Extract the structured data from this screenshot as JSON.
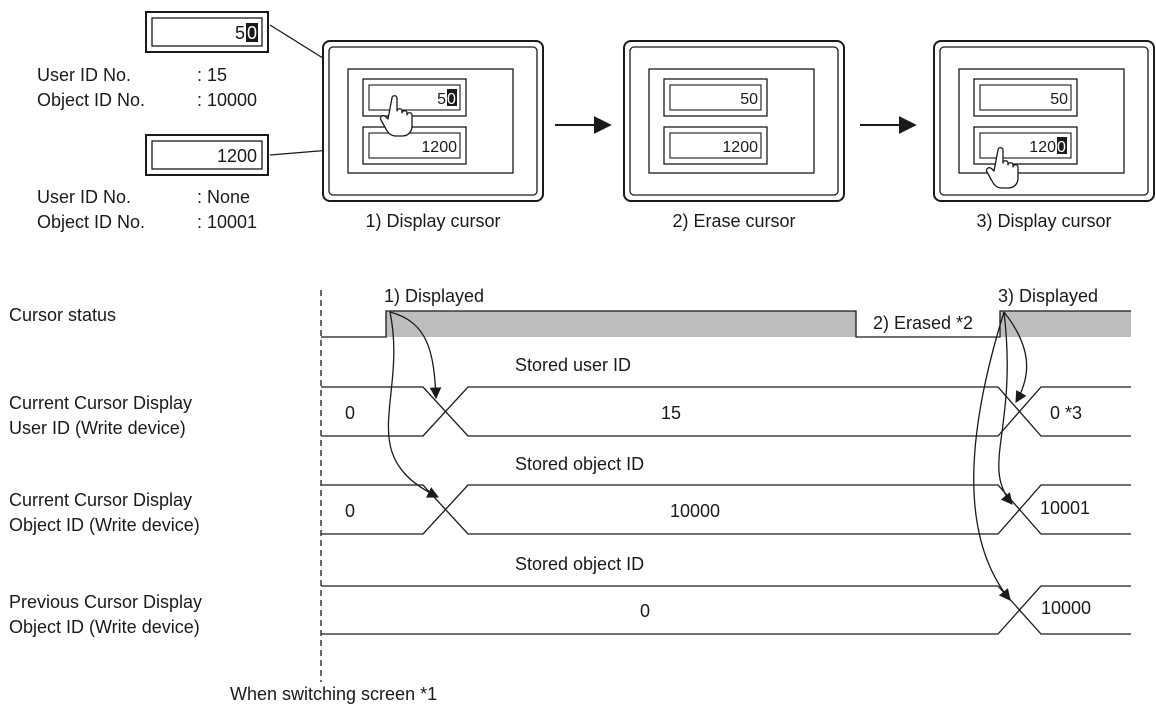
{
  "callouts": [
    {
      "field_value": "50",
      "field_value_pre": "5",
      "field_value_cursor": "0",
      "user_id_label": "User ID No.",
      "user_id_value": ": 15",
      "object_id_label": "Object ID No.",
      "object_id_value": ": 10000"
    },
    {
      "field_value": "1200",
      "user_id_label": "User ID No.",
      "user_id_value": ": None",
      "object_id_label": "Object ID No.",
      "object_id_value": ": 10001"
    }
  ],
  "screens": [
    {
      "caption": "1) Display cursor",
      "field1": "50",
      "field1_pre": "5",
      "field1_cursor": "0",
      "field2": "1200"
    },
    {
      "caption": "2) Erase cursor",
      "field1": "50",
      "field2": "1200"
    },
    {
      "caption": "3) Display cursor",
      "field1": "50",
      "field2": "1200",
      "field2_pre": "120",
      "field2_cursor": "0"
    }
  ],
  "timing": {
    "cursor_status": {
      "label": "Cursor status",
      "events": [
        "1) Displayed",
        "2) Erased *2",
        "3) Displayed"
      ]
    },
    "signals": [
      {
        "label_line1": "Current Cursor Display",
        "label_line2": "User ID (Write device)",
        "note": "Stored user ID",
        "values": [
          "0",
          "15",
          "0 *3"
        ]
      },
      {
        "label_line1": "Current Cursor Display",
        "label_line2": "Object ID (Write device)",
        "note": "Stored object ID",
        "values": [
          "0",
          "10000",
          "10001"
        ]
      },
      {
        "label_line1": "Previous Cursor Display",
        "label_line2": "Object ID (Write device)",
        "note": "Stored object ID",
        "values": [
          "0",
          "10000"
        ]
      }
    ],
    "switch_note": "When switching screen *1"
  },
  "colors": {
    "ink": "#1a1a1a",
    "status_fill": "#bdbdbd",
    "cursor_fill": "#1a1a1a"
  }
}
